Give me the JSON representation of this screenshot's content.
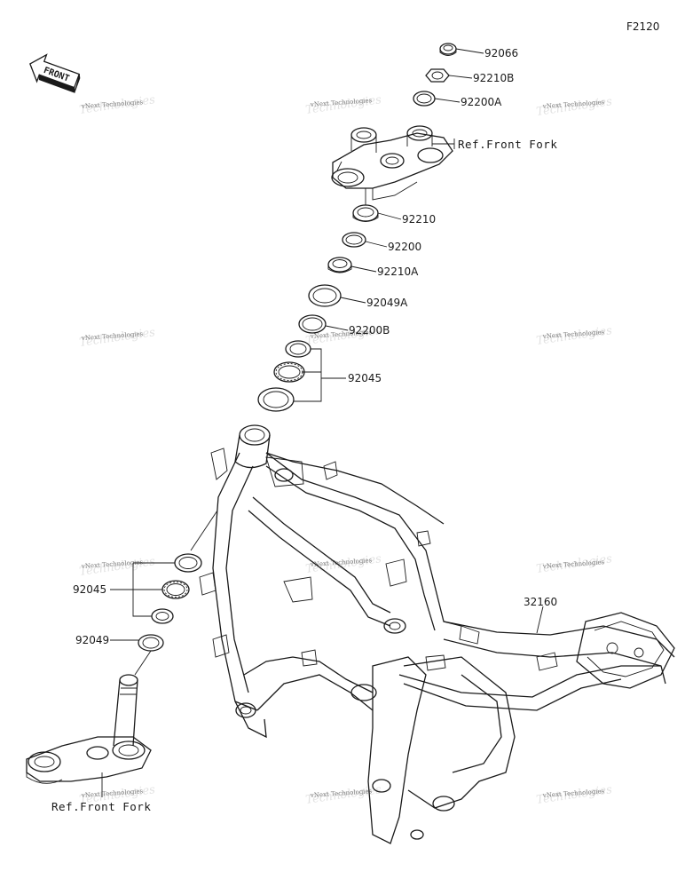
{
  "diagram_code": "F2120",
  "front_label": "FRONT",
  "watermark": "vNext Technologies",
  "parts": {
    "p92066": "92066",
    "p92210B": "92210B",
    "p92200A": "92200A",
    "ref_front_fork_top": "Ref.Front Fork",
    "p92210": "92210",
    "p92200": "92200",
    "p92210A": "92210A",
    "p92049A": "92049A",
    "p92200B": "92200B",
    "p92045_top": "92045",
    "p92045_bottom": "92045",
    "p92049": "92049",
    "p32160": "32160",
    "ref_front_fork_bottom": "Ref.Front Fork"
  }
}
